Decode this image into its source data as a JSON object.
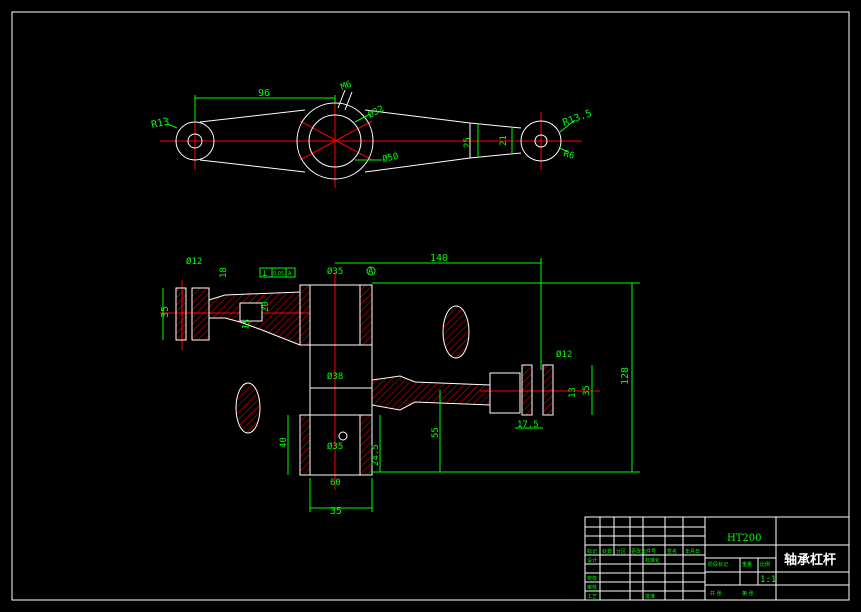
{
  "drawing": {
    "title": "轴承杠杆",
    "material": "HT200",
    "scale": "1:1"
  },
  "colors": {
    "background": "#000000",
    "outline": "#ffffff",
    "dimension": "#00ff00",
    "centerline": "#ff0000",
    "hatch": "#ff0000"
  },
  "top_view": {
    "dim_96": "96",
    "dim_r13": "R13",
    "dim_r13_5": "R13.5",
    "dim_r6": "R6",
    "dim_25": "25",
    "dim_21": "21",
    "dim_phi50": "Ø50",
    "dim_phi32": "Ø32",
    "dim_m6": "M6"
  },
  "front_view": {
    "dim_140": "140",
    "dim_128": "128",
    "dim_phi12_left": "Ø12",
    "dim_phi12_right": "Ø12",
    "dim_phi35_top": "Ø35",
    "dim_phi38": "Ø38",
    "dim_phi35_bottom": "Ø35",
    "dim_35_left": "35",
    "dim_35_right": "35",
    "dim_35_bottom": "35",
    "dim_40": "40",
    "dim_55": "55",
    "dim_17_5": "17.5",
    "dim_24_5": "24.5",
    "dim_18": "18",
    "dim_13": "13",
    "dim_15": "15",
    "dim_20": "20",
    "dim_60": "60",
    "datum": "A",
    "tolerance_symbol": "⊥",
    "tolerance_value": "0.05",
    "tolerance_datum": "A"
  },
  "title_block": {
    "designer": "设计",
    "checker": "校核",
    "approver": "审核",
    "process": "工艺",
    "standardization": "标准化",
    "approval": "批准",
    "stage_mark": "阶段标记",
    "weight": "重量",
    "ratio": "比例",
    "sheet_total": "共  张",
    "sheet_no": "第  张",
    "mark": "标记",
    "count": "处数",
    "zone": "分区",
    "change_doc": "更改文件号",
    "signature": "签名",
    "date": "年月日"
  }
}
